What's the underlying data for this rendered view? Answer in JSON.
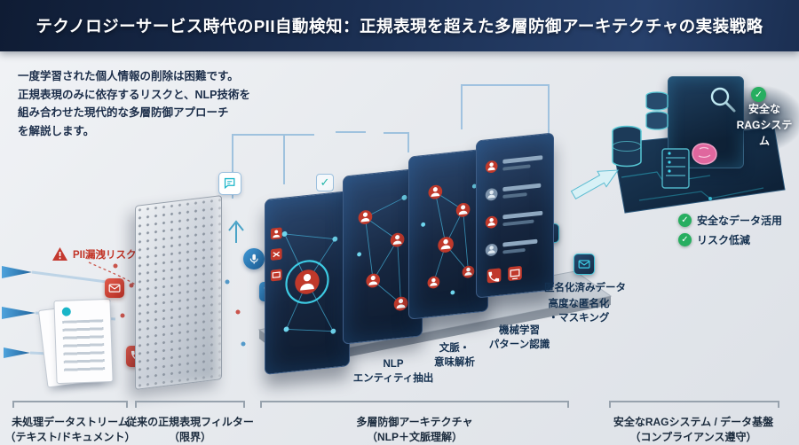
{
  "header": {
    "title": "テクノロジーサービス時代のPII自動検知：正規表現を超えた多層防御アーキテクチャの実装戦略"
  },
  "intro": {
    "text": "一度学習された個人情報の削除は困難です。\n正規表現のみに依存するリスクと、NLP技術を\n組み合わせた現代的な多層防御アプローチ\nを解説します。"
  },
  "callouts": {
    "pii_risk": "PII漏洩リスク",
    "anonymized": "匿名化済みデータ"
  },
  "rag": {
    "line1": "安全な",
    "line2": "RAGシステム"
  },
  "benefits": [
    {
      "label": "安全なデータ活用"
    },
    {
      "label": "リスク低減"
    }
  ],
  "layers": [
    {
      "line1": "NLP",
      "line2": "エンティティ抽出"
    },
    {
      "line1": "文脈・",
      "line2": "意味解析"
    },
    {
      "line1": "機械学習",
      "line2": "パターン認識"
    },
    {
      "line1": "高度な匿名化",
      "line2": "・マスキング"
    }
  ],
  "stages": [
    {
      "title": "未処理データストリーム",
      "subtitle": "（テキスト/ドキュメント）"
    },
    {
      "title": "従来の正規表現フィルター",
      "subtitle": "（限界）"
    },
    {
      "title": "多層防御アーキテクチャ",
      "subtitle": "（NLP＋文脈理解）"
    },
    {
      "title": "安全なRAGシステム / データ基盤",
      "subtitle": "（コンプライアンス遵守）"
    }
  ],
  "glyphs": {
    "check": "✓",
    "warning_mark": "!",
    "at": "@"
  },
  "icons": {
    "warning-icon": "red triangle + !",
    "envelope-icon": "mail tile",
    "phone-icon": "handset tile",
    "at-icon": "@ tile",
    "pin-icon": "location pin tile",
    "person-icon": "user silhouette",
    "mic-icon": "microphone circle",
    "speech-bubble-icon": "chat bubble",
    "database-icon": "cylinder stack",
    "server-icon": "server box",
    "brain-icon": "pink brain",
    "magnifier-icon": "search lens",
    "check-icon": "green circle check",
    "list-icon": "lines tile"
  },
  "colors": {
    "header_navy": "#16233d",
    "accent_red": "#c4392f",
    "accent_teal": "#19b5c8",
    "accent_green": "#27ae60",
    "accent_blue": "#2e86c1",
    "panel_navy": "#16263f"
  }
}
